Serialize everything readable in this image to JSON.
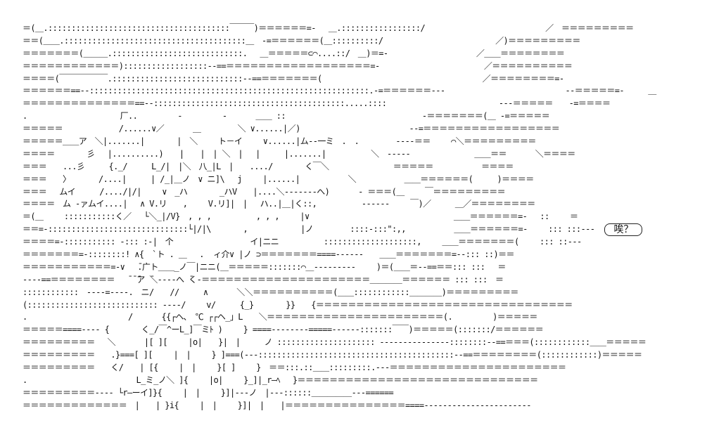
{
  "speech_bubble": "唉？",
  "art_lines": [
    "＝(＿.:::::::::::::::::::::::::::::::::::::::￣￣￣)＝＝＝＝＝＝=-　 ＿.:::::::::::::::::/　　　　　　　　　　　　　　　／　＝＝＝＝＝＝＝＝＝",
    "＝＝(＿＿.:::::::::::::::::::::::::::::::::::::::＿　-=＝＝＝＝＝＝(＿::::::::::/　　　　　　　　　　　　　　／)＝＝＝＝＝＝＝＝＝",
    "＝＝＝＝＝＝＝(＿＿＿.::::::::::::::::::::::::::::.　 ＿＝＝＝＝＝⊂⌒....::/　＿)＝=-　　　　　　　　　　　／＿＿＝＝＝＝＝＝＝＝",
    "＝＝＝＝＝＝＝＝＝＝＝＝)::::::::::::::::::--==＝＝＝＝＝＝＝＝＝＝＝＝＝＝＝＝＝＝=-　　　　　　　　　　　　　／＝＝＝＝＝＝＝＝＝＝",
    "＝＝＝＝(￣￣￣￣￣￣.::::::::::::::::::::::::::::--==＝＝＝＝＝＝＝(　　　　　　　　　　　　　　　　　　　　／＝＝＝＝＝＝＝＝=-",
    "＝＝＝＝＝＝==--::::::::::::::::::::::::::::::::::::::::::::::::::::::::::::.-=＝＝＝＝＝＝---　　　　　　　　　　　　　　　--＝＝＝＝＝=-　　　＿",
    "＝＝＝＝＝＝＝＝＝＝＝＝＝＝==--:::::::::::::::::::::::::::::::::::::::::.....::::　　　　　　　　　　　　　　---＝＝＝＝＝　　-=＝＝＝＝",
    ".　　　　　　　　　　　 厂..　　　　　-　　　　　-　　　 ＿＿ ::　　　　　　　　　　　　　　　　　-＝＝＝＝＝＝＝(＿ -=＝＝＝＝＝",
    "＝＝＝＝＝　　　　　　　/......∨／　　　 ＿　　　　 ＼ ∨......|／)　　　　　　　　　　　　　 --=＝＝＝＝＝＝＝＝＝＝＝＝＝＝＝＝＝",
    "＝＝＝＝＝＿＿ア　＼|.......|　　　　|　＼　　 ト－イ　　 ∨......|ム--一ミ　.　.　　　　 ----＝＝　　 ⌒＼＝＝＝＝＝＝＝＝＝",
    "＝＝＝＝　　　　彡 　|..........)　　|　　|　| ＼　| 　|　　　|.......|　　　　　 ＼　-----　　　　　　　　＿＿＝＝　　　 ＼＝＝＝＝",
    "＝＝＝　　...彡　　　{._/　　　L_/|　|＼　八_|L　|　　..../　　　　く￣＼　　　　　　　　＝＝＝＝＝　　　　　　＝＝＝＝",
    "＝＝＝　　〉　　　　/....|　　　| /_|＿ノ　∨ ニ]\\　 j　　 |......|　　　　　　＼　　　　　　＿＿＝＝＝＝＝＝(　　　)＝＝＝＝",
    "＝＝＝　 ムイ　　　/..../|/|　　 ∨　_ハ　　　　_ハV　　|....＼-------へ)　　　 - ＝＝＝(＿　　 ￣＝＝＝＝＝＝＝＝＝",
    "＝＝＝＝　ム -ァムイ....|　 ∧ V.リ　　,　　 V.リ]|　|　 ハ..|＿|く::,　　　　　 ------　　 ￣)／　　　＿／＝＝＝＝＝＝＝＝",
    "＝(＿　　 :::::::::::く／　 └＼_|/V}　, , ,　　　　　 , , ,　　 |∨　　　　　　　　　　　　　　　　　　＿＿＝＝＝＝＝＝=-　 ::　　 ＝",
    "＝＝=-::::::::::::::::::::::::::::::└|/|\\　　　　,　　　　　　 |ノ　　　　 ::::-:::\":,,　　　　　　＿＿＝＝＝＝＝＝=-　　 ::: :::---",
    "＝＝＝＝=-::::::::::: -::: :-|　个　　　　　　　　　 イ|ニニ　　　　　 ::::::::::::::::::::,　　 ＿＿＝＝＝＝＝＝＝(　　 ::: ::---",
    "＝＝＝＝＝＝＝=-::::::::! ∧{　`ト . ＿　 .  ィ介∨ |ノ ⊃＝＝＝＝＝＝＝====------　　＿＿＝＝＝＝＝＝＝=--::: ::)＝＝",
    "＝＝＝＝＝＝＝＝＝＝＝=-∨　 ̄.广ト＿＿_ノ￣|ニニ(＿＝＝＝＝＝:::::::⌒＿---------　　 )＝(＿＿＝--==＝＝::: :::　 ＝",
    "----==＝＝＝＝＝＝＝＝　 ̄ ̄ ̄ア ̄＼----へ ̄く-＝＝＝＝＝＝＝＝＝＝＝＝＝＝＝＝＝＝＝＝＝＿＿＿＿＝＝＝＝＝＝ ::: :::　＝",
    "::::::::::::　----=----.　ニ/　　//　　　∧　　　 ＼＼＝＝＝＝＝＝＝＝＝＝(＿＿::::::::::::＿＿＿＿)＝＝＝＝＝＝＝＝＝",
    "(:::::::::::::::::::::::::::: ----/　　 v/　　　{_}　　　　}}　　{＝＝＝＝＝＝＝＝＝＝＝＝＝＝＝＝＝＝＝＝＝＝＝＝＝＝＝＝＝＝＝＝",
    ".　　　　　　　　　　　　 /　　　 {{┌ヘ､　℃ ┌┌ヘ_」L　　＼＝＝＝＝＝＝＝＝＝＝＝＝＝＝＝＝＝＝＝＝＝＝(.　　　　　)＝＝＝＝＝",
    "＝＝＝＝＝====---- {　　　　く_/￣^ーL_]￣ミﾄ )　　 } ====--------=====------:::::::￣￣)＝＝＝＝＝(:::::::/＝＝＝＝＝＝",
    "＝＝＝＝＝＝＝＝＝　 ＼　　　 |[ ][　　 |o|　　}|　|　　　ノ ::::::::::::::::::::: ---------------::::::::--==＝＝＝(::::::::::::＿＿＝＝＝＝＝",
    "＝＝＝＝＝＝＝＝＝　　.}===[ ][　　 |　|　　 } ]===(---::::::::::::::::::::::::::::::::::::::::::--==＝＝＝＝＝＝＝＝(::::::::::::)＝＝＝＝＝",
    "＝＝＝＝＝＝＝＝＝　　く/　　| [{　　 |　|　　 }[ ]　　 }　＝＝:::.::＿＿:::::::::.---＝＝＝＝＝＝＝＝＝＝＝＝＝＝＝＝＝＝＝＝＝＝",
    ".　　　　　　　　　　　　　 L_ミ_ノ＼ ]{　　 |o|　　 }_]|_r―ﾍ 　}＝＝＝＝＝＝＝＝＝＝＝＝＝＝＝＝＝＝＝＝＝＝＝＝＝＝＝＝＝＝",
    "＝＝＝＝＝＝＝＝＝---- └r―ーイ]}{　　 |　|　　 }]|---ノ　|---::::::＿＿＿＿＿---======",
    "＝＝＝＝＝＝＝＝＝＝＝＝＝　|　　| }i{　　 |　|　　 }]|　|　　|＝＝＝＝＝＝＝＝＝＝＝＝＝＝＝====-----------------------"
  ]
}
